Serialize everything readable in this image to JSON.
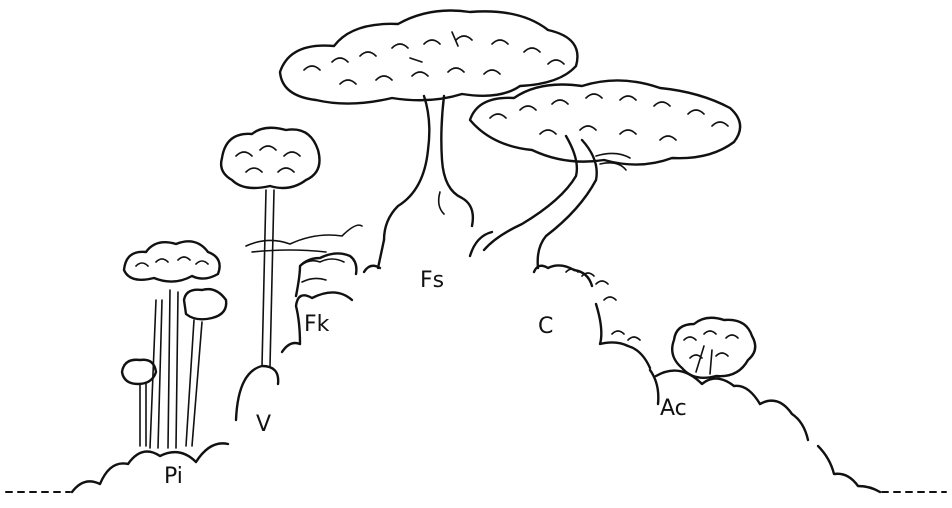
{
  "labels": {
    "pi": "Pi",
    "v": "V",
    "fk": "Fk",
    "fs": "Fs",
    "c": "C",
    "ac": "Ac"
  },
  "colors": {
    "ink": "#111111",
    "background": "#ffffff"
  }
}
